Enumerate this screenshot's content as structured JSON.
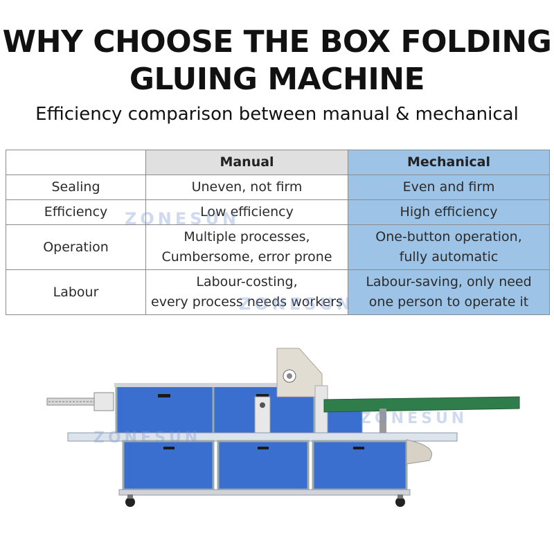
{
  "header": {
    "title_line1": "WHY CHOOSE THE BOX FOLDING",
    "title_line2": "GLUING MACHINE",
    "subtitle": "Efficiency comparison between manual & mechanical"
  },
  "table": {
    "columns": [
      "",
      "Manual",
      "Mechanical"
    ],
    "rows": [
      {
        "label": "Sealing",
        "manual": [
          "Uneven, not firm"
        ],
        "mechanical": [
          "Even and firm"
        ]
      },
      {
        "label": "Efficiency",
        "manual": [
          "Low efficiency"
        ],
        "mechanical": [
          "High efficiency"
        ]
      },
      {
        "label": "Operation",
        "manual": [
          "Multiple processes,",
          "Cumbersome, error prone"
        ],
        "mechanical": [
          "One-button operation,",
          "fully automatic"
        ]
      },
      {
        "label": "Labour",
        "manual": [
          "Labour-costing,",
          "every process needs workers"
        ],
        "mechanical": [
          "Labour-saving, only need",
          "one person to operate it"
        ]
      }
    ]
  },
  "watermark": "ZONESUN",
  "colors": {
    "mechanical_bg": "#9dc3e6",
    "manual_header_bg": "#e0e0e0",
    "machine_blue": "#3a6fd0",
    "conveyor_green": "#2e7d4a"
  }
}
